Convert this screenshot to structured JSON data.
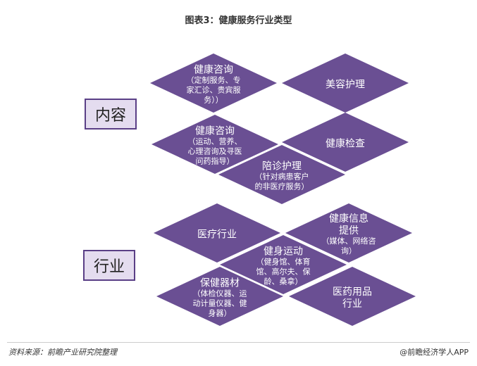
{
  "title": "图表3：健康服务行业类型",
  "labels": {
    "content": "内容",
    "industry": "行业"
  },
  "content": [
    {
      "main": "健康咨询",
      "sub": "（定制服务、专家汇诊、贵宾服务））"
    },
    {
      "main": "美容护理",
      "sub": ""
    },
    {
      "main": "健康咨询",
      "sub": "（运动、营养、心理咨询及寻医问药指导）"
    },
    {
      "main": "健康检查",
      "sub": ""
    },
    {
      "main": "陪诊护理",
      "sub": "（针对病患客户的非医疗服务）"
    }
  ],
  "industry": [
    {
      "main": "医疗行业",
      "sub": ""
    },
    {
      "main": "健康信息提供",
      "sub": "（媒体、网络咨询）"
    },
    {
      "main": "健身运动",
      "sub": "（健身馆、体育馆、高尔夫、保龄、桑拿）"
    },
    {
      "main": "保健器材",
      "sub": "（体检仪器、运动计量仪器、健身器）"
    },
    {
      "main": "医药用品行业",
      "sub": ""
    }
  ],
  "footer": {
    "source": "资料来源：前瞻产业研究院整理",
    "brand": "@前瞻经济学人APP"
  },
  "colors": {
    "diamond": "#6a4f93",
    "text": "#ffffff"
  }
}
